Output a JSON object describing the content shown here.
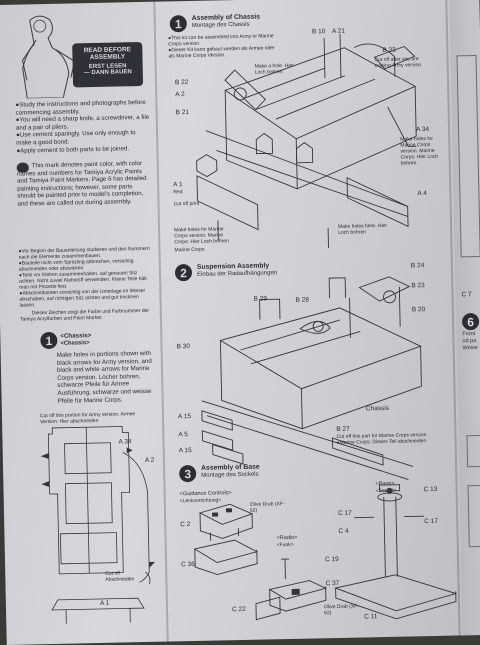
{
  "left_column": {
    "banner": {
      "line1": "READ BEFORE",
      "line2": "ASSEMBLY",
      "line3": "ERST LESEN",
      "line4": "— DANN BAUEN"
    },
    "instructions": [
      "●Study the instructions and photographs before commencing assembly.",
      "●You will need a sharp knife, a screwdriver, a file and a pair of pliers.",
      "●Use cement sparingly. Use only enough to make a good bond.",
      "●Apply cement to both parts to be joined."
    ],
    "paint_note": "This mark denotes paint color, with color names and numbers for Tamiya Acrylic Paints and Tamiya Paint Markers. Page 6 has detailed painting instructions; however, some parts should be painted prior to model's completion, and these are called out during assembly.",
    "german_notes": [
      "●Vor Beginn der Bauanleitung studieren und den Nummern nach die Elemente zusammenbauen.",
      "●Bauteile nicht vom Spritzling abbrechen, vorsichtig abschneiden oder abzwicken",
      "●Teile vor Kleben zusammenhalten, auf genauen Sitz achten. Nicht zuviel Klebstoff verwenden. Kleine Teile hält man mit Pinzette fest.",
      "●Abschnittkanten vorsichtig von der Unterlage im Weiser abschaben, auf richtigen Sitz achten und gut trocknen lassen.",
      "Dieses Zeichen zeigt die Farbe und Farbnummer der Tamiya Acrylfarben und Paint Marker."
    ]
  },
  "step1_chassis": {
    "number": "1",
    "title": "<Chassis>",
    "subtitle": "<Chassis>",
    "text": "Make holes in portions shown with black arrows for Army version, and black and white arrows for Marine Corps version. Löcher bohren, schwarze Pfeile für Armee Ausführung, schwarze und weisse Pfeile für Marine Corps.",
    "cut_note": "Cut off this portion for Army version. Armee Version: Hier abschneiden",
    "labels": {
      "a34": "A 34",
      "a2": "A 2",
      "a1": "A 1",
      "cutoff": "Cut off",
      "abschneiden": "Abschneiden"
    }
  },
  "step_assembly_chassis": {
    "number": "1",
    "title": "Assembly of Chassis",
    "subtitle": "Montage des Chassis",
    "note1": "●This kit can be assembled into Army or Marine Corps version.",
    "note2": "●Dieser Kit kann gebaut werden als Armee oder als Marine Corps Version.",
    "labels": {
      "b10": "B 10",
      "a21": "A 21",
      "b22": "B 22",
      "a2": "A 2",
      "b21": "B 21",
      "a34": "A 34",
      "a1": "A 1",
      "a4": "A 4",
      "b33": "B 33",
      "red": "Red",
      "make_hole": "Make a hole. Hier Loch bohren",
      "make_holes_marine": "Make holes for Marine Corps version. Marine Corps: Hier Loch bohren",
      "make_holes_here": "Make holes here. Hier Loch bohren",
      "cut_off_after": "Cut off after you are making Army version",
      "cut_off_print": "Cut off print",
      "marine_corps": "Marine Corps"
    }
  },
  "step2_suspension": {
    "number": "2",
    "title": "Suspension Assembly",
    "subtitle": "Einbau der Radaufhängungen",
    "labels": {
      "b29": "B 29",
      "b28": "B 28",
      "b24": "B 24",
      "b23": "B 23",
      "b20": "B 20",
      "b30": "B 30",
      "a15a": "A 15",
      "a5": "A 5",
      "a15b": "A 15",
      "b27": "B 27",
      "chassis": "Chassis",
      "cut_off_marine": "Cut off this part for Marine Corps version. ●Marine Corps: Dieses Teil abschneiden"
    }
  },
  "step3_base": {
    "number": "3",
    "title": "Assembly of Base",
    "subtitle": "Montage des Sockels",
    "labels": {
      "guidance": "<Guidance Controls>",
      "guidance_de": "<Lenkvorrichtung>",
      "olive": "Olive Drab (XF-62)",
      "c2": "C 2",
      "c36": "C 36",
      "radio": "<Radio>",
      "radio_de": "<Funk>",
      "c19": "C 19",
      "c37": "C 37",
      "c22": "C 22",
      "olive2": "Olive Drab (XF-62)",
      "base": "<Base>",
      "base_de": "<Sockel>",
      "c13": "C 13",
      "c17a": "C 17",
      "c4": "C 4",
      "c17b": "C 17",
      "c11": "C 11"
    }
  },
  "right_edge": {
    "c7": "C 7",
    "badge6": "6",
    "frag1": "Front",
    "frag2": "od pa",
    "frag3": "Weise"
  }
}
